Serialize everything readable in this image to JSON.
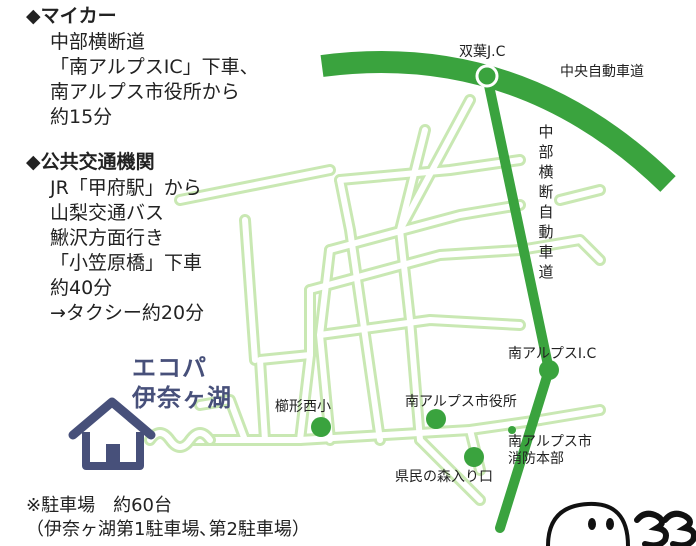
{
  "access": {
    "car": {
      "heading": "◆マイカー",
      "lines": [
        "中部横断道",
        "「南アルプスIC」下車、",
        "南アルプス市役所から",
        "約15分"
      ]
    },
    "transit": {
      "heading": "◆公共交通機関",
      "lines": [
        "JR「甲府駅」から",
        "山梨交通バス",
        "鰍沢方面行き",
        "「小笠原橋」下車",
        "約40分",
        "→タクシー約20分"
      ]
    }
  },
  "map": {
    "destination": {
      "line1": "エコパ",
      "line2": "伊奈ヶ湖"
    },
    "labels": {
      "futaba_jc": "双葉J.C",
      "chuo_expressway": "中央自動車道",
      "chubu_odan": "中部横断自動車道",
      "minami_alps_ic": "南アルプスI.C",
      "kushigata_school": "櫛形西小",
      "city_hall": "南アルプス市役所",
      "fire_hq_line1": "南アルプス市",
      "fire_hq_line2": "消防本部",
      "forest_entrance": "県民の森入り口"
    },
    "colors": {
      "expressway": "#3aa33e",
      "local_road": "#c9e8b3",
      "marker": "#3aa33e",
      "house": "#47507a"
    }
  },
  "parking": {
    "line1": "※駐車場　約60台",
    "line2": "（伊奈ヶ湖第1駐車場､第2駐車場）"
  }
}
